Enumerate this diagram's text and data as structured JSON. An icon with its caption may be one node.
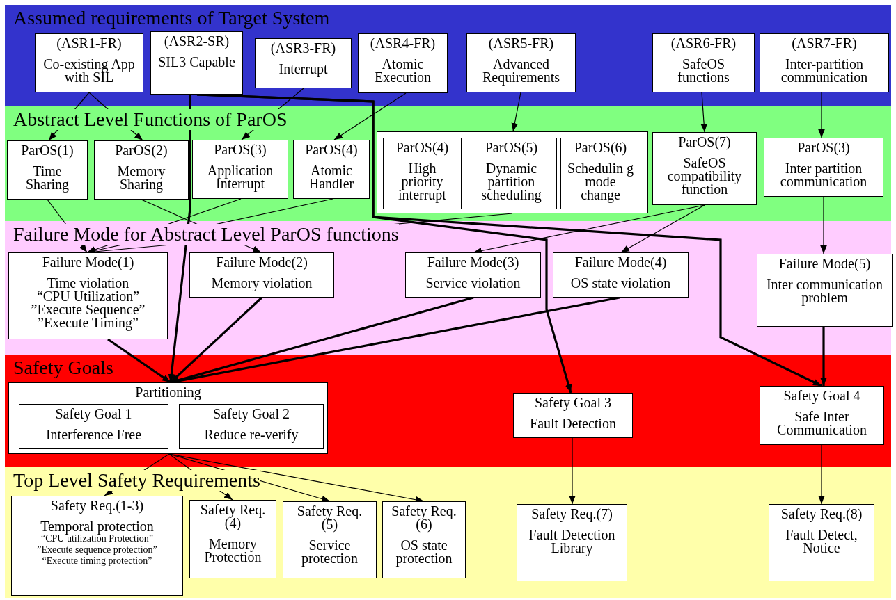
{
  "diagram": {
    "nodes": [
      {
        "text": [
          "Assumed requirements of Target System"
        ]
      },
      {
        "text": [
          "(ASR1-FR)",
          "Co-existing App with SIL"
        ],
        "in": 0
      },
      {
        "text": [
          "(ASR2-SR)",
          "SIL3 Capable"
        ],
        "in": 0
      },
      {
        "text": [
          "(ASR3-FR)",
          "Interrupt"
        ],
        "in": 0
      },
      {
        "text": [
          "(ASR4-FR)",
          "Atomic Execution"
        ],
        "in": 0
      },
      {
        "text": [
          "(ASR5-FR)",
          "Advanced Requirements"
        ],
        "in": 0
      },
      {
        "text": [
          "(ASR6-FR)",
          "SafeOS functions"
        ],
        "in": 0
      },
      {
        "text": [
          "(ASR7-FR)",
          "Inter-partition communication"
        ],
        "in": 0
      },
      {
        "text": [
          "Abstract Level Functions of ParOS"
        ]
      },
      {
        "text": [
          "ParOS(1)",
          "Time Sharing"
        ],
        "in": 8
      },
      {
        "text": [
          "ParOS(2)",
          "Memory Sharing"
        ],
        "in": 8
      },
      {
        "text": [
          "ParOS(3)",
          "Application Interrupt"
        ],
        "in": 8
      },
      {
        "text": [
          "ParOS(4)",
          "Atomic Handler"
        ],
        "in": 8
      },
      {
        "text": [],
        "shape": "box",
        "in": 8
      },
      {
        "text": [
          "ParOS(4)",
          "High priority interrupt"
        ],
        "in": 13
      },
      {
        "text": [
          "ParOS(5)",
          "Dynamic partition scheduling"
        ],
        "in": 13
      },
      {
        "text": [
          "ParOS(6)",
          "Schedulin g mode change"
        ],
        "in": 13
      },
      {
        "text": [
          "ParOS(7)",
          "SafeOS compatibility function"
        ],
        "in": 8
      },
      {
        "text": [
          "ParOS(3)",
          "Inter partition communication"
        ],
        "in": 8
      },
      {
        "text": [
          "Failure Mode for Abstract Level ParOS functions"
        ]
      },
      {
        "text": [
          "Failure Mode(1)",
          "Time violation",
          "“CPU Utilization”",
          "”Execute Sequence”",
          "”Execute Timing”"
        ],
        "in": 19
      },
      {
        "text": [
          "Failure Mode(2)",
          "Memory violation"
        ],
        "in": 19
      },
      {
        "text": [
          "Failure Mode(3)",
          "Service violation"
        ],
        "in": 19
      },
      {
        "text": [
          "Failure Mode(4)",
          "OS state violation"
        ],
        "in": 19
      },
      {
        "text": [
          "Failure Mode(5)",
          "Inter communication problem"
        ],
        "in": 19
      },
      {
        "text": [
          "Safety Goals"
        ]
      },
      {
        "text": [
          "Partitioning"
        ],
        "in": 25
      },
      {
        "text": [
          "Safety Goal 1",
          "Interference Free"
        ],
        "in": 26
      },
      {
        "text": [
          "Safety Goal 2",
          "Reduce re-verify"
        ],
        "in": 26
      },
      {
        "text": [
          "Safety Goal 3",
          "Fault Detection"
        ],
        "in": 25
      },
      {
        "text": [
          "Safety Goal 4",
          "Safe Inter Communication"
        ],
        "in": 25
      },
      {
        "text": [
          "Top Level Safety Requirements"
        ]
      },
      {
        "text": [
          "Safety Req.(1-3)",
          "Temporal protection",
          "“CPU utilization Protection”",
          "”Execute sequence protection”",
          "“Execute timing protection”"
        ],
        "in": 31
      },
      {
        "text": [
          "Safety Req.(4)",
          "Memory Protection"
        ],
        "in": 31
      },
      {
        "text": [
          "Safety Req.(5)",
          "Service protection"
        ],
        "in": 31
      },
      {
        "text": [
          "Safety Req.(6)",
          "OS state protection"
        ],
        "in": 31
      },
      {
        "text": [
          "Safety Req.(7)",
          "Fault Detection Library"
        ],
        "in": 31
      },
      {
        "text": [
          "Safety Req.(8)",
          "Fault Detect, Notice"
        ],
        "in": 31
      }
    ],
    "edges": [
      {
        "from": 1,
        "to": 9,
        "arrow": "to"
      },
      {
        "from": 1,
        "to": 10,
        "arrow": "to"
      },
      {
        "from": 3,
        "to": 11,
        "arrow": "to"
      },
      {
        "from": 4,
        "to": 12,
        "arrow": "to"
      },
      {
        "from": 5,
        "to": 13,
        "arrow": "to"
      },
      {
        "from": 6,
        "to": 17,
        "arrow": "to"
      },
      {
        "from": 7,
        "to": 18,
        "arrow": "to"
      },
      {
        "from": 2,
        "to": 26,
        "arrow": "to",
        "style": "thick"
      },
      {
        "from": 2,
        "to": 29,
        "arrow": "to",
        "style": "thick"
      },
      {
        "from": 2,
        "to": 30,
        "arrow": "to",
        "style": "thick"
      },
      {
        "from": 9,
        "to": 20,
        "arrow": "to"
      },
      {
        "from": 10,
        "to": 21,
        "arrow": "to"
      },
      {
        "from": 11,
        "to": 20,
        "arrow": "to"
      },
      {
        "from": 12,
        "to": 20,
        "arrow": "to"
      },
      {
        "from": 13,
        "to": 20,
        "arrow": "to"
      },
      {
        "from": 17,
        "to": 22,
        "arrow": "to"
      },
      {
        "from": 17,
        "to": 23,
        "arrow": "to"
      },
      {
        "from": 18,
        "to": 24,
        "arrow": "to"
      },
      {
        "from": 20,
        "to": 26,
        "arrow": "to",
        "style": "thick"
      },
      {
        "from": 21,
        "to": 26,
        "arrow": "to",
        "style": "thick"
      },
      {
        "from": 22,
        "to": 26,
        "arrow": "to",
        "style": "thick"
      },
      {
        "from": 23,
        "to": 26,
        "arrow": "to",
        "style": "thick"
      },
      {
        "from": 24,
        "to": 30,
        "arrow": "to",
        "style": "thick"
      },
      {
        "from": 26,
        "to": 32,
        "arrow": "to"
      },
      {
        "from": 26,
        "to": 33,
        "arrow": "to"
      },
      {
        "from": 26,
        "to": 34,
        "arrow": "to"
      },
      {
        "from": 26,
        "to": 35,
        "arrow": "to"
      },
      {
        "from": 29,
        "to": 36,
        "arrow": "to"
      },
      {
        "from": 30,
        "to": 37,
        "arrow": "to"
      }
    ]
  }
}
